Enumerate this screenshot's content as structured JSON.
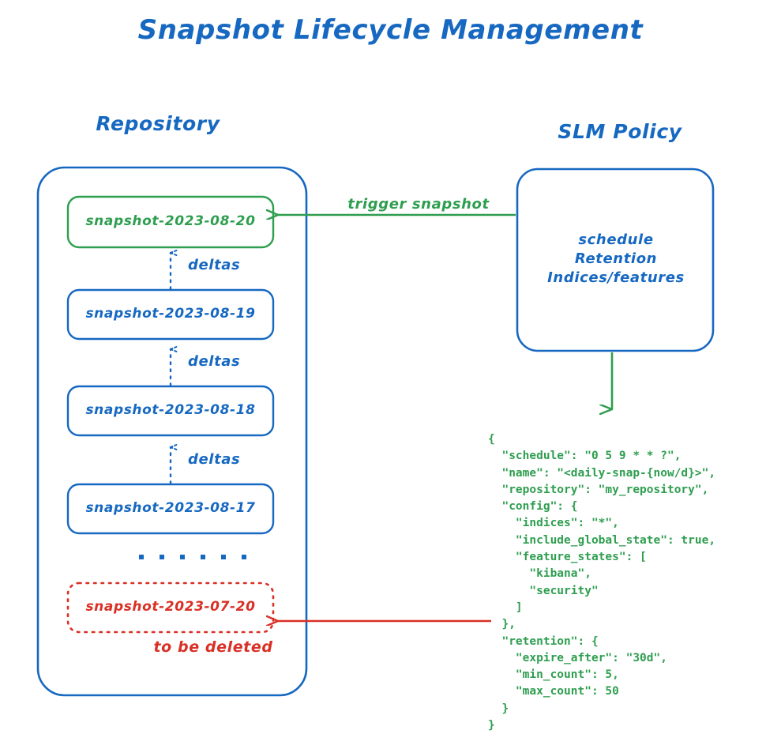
{
  "title": "Snapshot Lifecycle Management",
  "colors": {
    "blue": "#1668c1",
    "green": "#2e9e4f",
    "red": "#d93025",
    "background": "#ffffff"
  },
  "repository": {
    "label": "Repository",
    "snapshots": [
      {
        "name": "snapshot-2023-08-20",
        "state": "new",
        "color": "#2e9e4f"
      },
      {
        "name": "snapshot-2023-08-19",
        "state": "retained",
        "color": "#1668c1"
      },
      {
        "name": "snapshot-2023-08-18",
        "state": "retained",
        "color": "#1668c1"
      },
      {
        "name": "snapshot-2023-08-17",
        "state": "retained",
        "color": "#1668c1"
      },
      {
        "name": "snapshot-2023-07-20",
        "state": "expiring",
        "color": "#d93025"
      }
    ],
    "delta_labels": [
      "deltas",
      "deltas",
      "deltas"
    ],
    "ellipsis_dot_count": 6,
    "expiring_caption": "to be deleted"
  },
  "policy": {
    "label": "SLM Policy",
    "attributes": [
      "schedule",
      "Retention",
      "Indices/features"
    ]
  },
  "arrows": {
    "trigger": {
      "label": "trigger snapshot",
      "color": "#2e9e4f",
      "direction": "right-to-left"
    },
    "policy_to_json": {
      "label": "",
      "color": "#2e9e4f",
      "direction": "top-to-bottom"
    },
    "retention_to_expiring": {
      "label": "",
      "color": "#d93025",
      "direction": "right-to-left"
    }
  },
  "policy_json": {
    "lines": [
      "{",
      "  \"schedule\": \"0 5 9 * * ?\",",
      "  \"name\": \"<daily-snap-{now/d}>\",",
      "  \"repository\": \"my_repository\",",
      "  \"config\": {",
      "    \"indices\": \"*\",",
      "    \"include_global_state\": true,",
      "    \"feature_states\": [",
      "      \"kibana\",",
      "      \"security\"",
      "    ]",
      "  },",
      "  \"retention\": {",
      "    \"expire_after\": \"30d\",",
      "    \"min_count\": 5,",
      "    \"max_count\": 50",
      "  }",
      "}"
    ]
  }
}
